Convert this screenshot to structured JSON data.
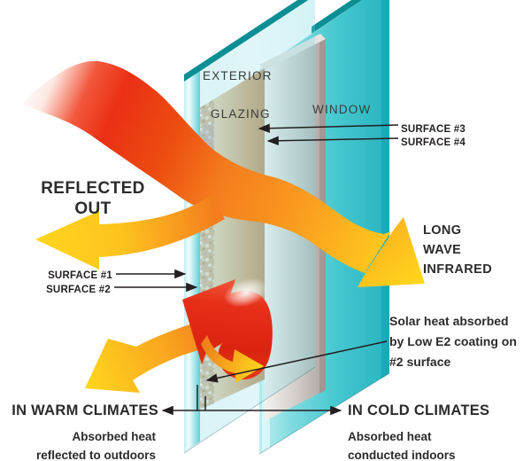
{
  "diagram": {
    "background": "#ffffff",
    "panes": {
      "exterior_label": "EXTERIOR",
      "glazing_label": "GLAZING",
      "window_label": "WINDOW"
    },
    "surfaces": {
      "s1": "SURFACE #1",
      "s2": "SURFACE #2",
      "s3": "SURFACE #3",
      "s4": "SURFACE #4"
    },
    "reflected_out": {
      "line1": "REFLECTED",
      "line2": "OUT"
    },
    "long_wave": {
      "line1": "LONG",
      "line2": "WAVE",
      "line3": "INFRARED"
    },
    "solar_note": {
      "line1": "Solar heat absorbed",
      "line2": "by Low E2 coating on",
      "line3": "#2 surface"
    },
    "warm_climates": {
      "title": "IN WARM CLIMATES",
      "line1": "Absorbed heat",
      "line2": "reflected to outdoors"
    },
    "cold_climates": {
      "title": "IN COLD CLIMATES",
      "line1": "Absorbed heat",
      "line2": "conducted indoors"
    },
    "colors": {
      "glass_edge_teal": "#0b8e94",
      "glass_cyan": "#45c7cf",
      "glass_cyan_light": "#b9ecee",
      "glazing_tan": "#dcbd92",
      "glazing_tan_dark": "#bd9466",
      "spacer_gray": "#d8d3cf",
      "heat_red": "#e6301a",
      "heat_orange": "#f5821f",
      "heat_yellow": "#ffd61d",
      "annotation_black": "#231f20",
      "text_dark": "#2b2b2b"
    }
  }
}
